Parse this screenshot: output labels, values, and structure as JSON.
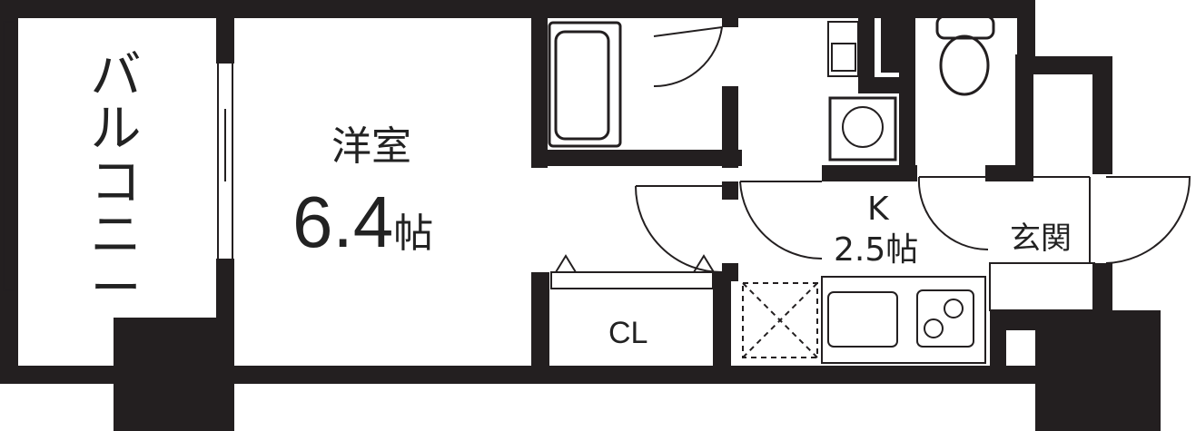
{
  "floorplan": {
    "balcony": {
      "label": "バルコニー",
      "chars": [
        "バ",
        "ル",
        "コ",
        "ニ",
        "ー"
      ]
    },
    "western_room": {
      "name": "洋室",
      "area": "6.4",
      "unit": "帖"
    },
    "closet": {
      "label": "CL"
    },
    "kitchen": {
      "name": "K",
      "area": "2.5",
      "unit": "帖"
    },
    "entrance": {
      "label": "玄関"
    }
  }
}
